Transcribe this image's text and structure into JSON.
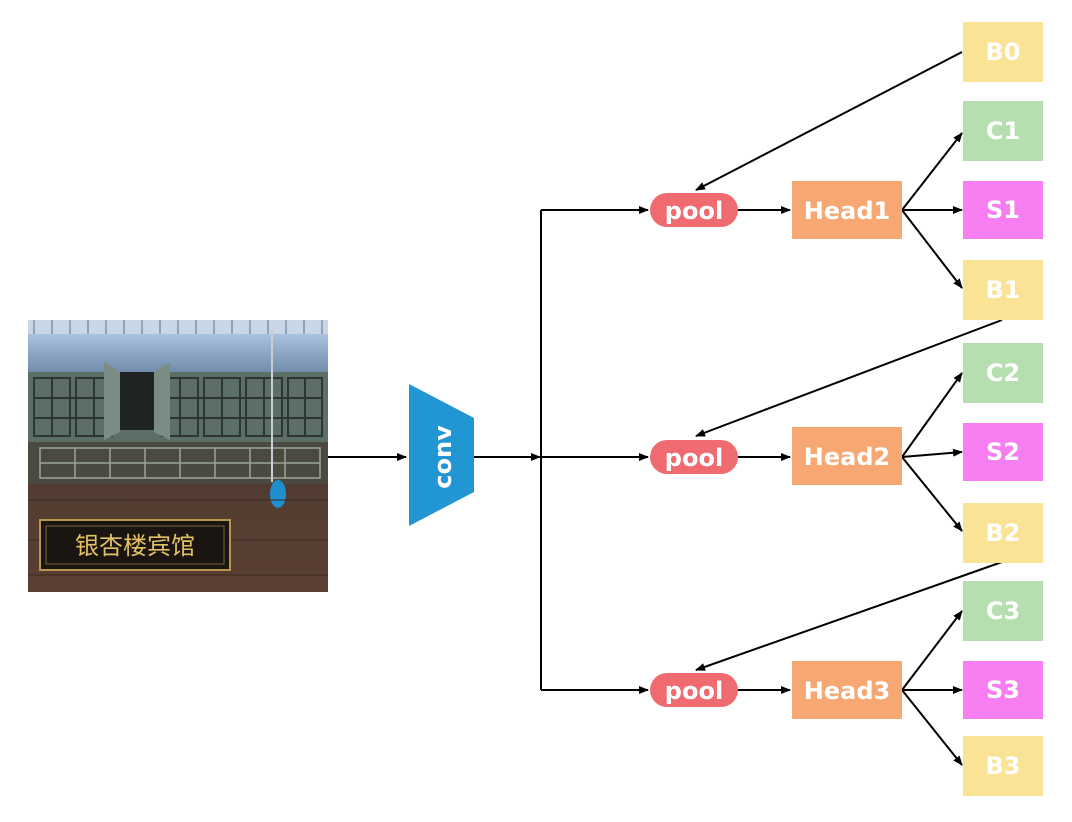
{
  "input_image": {
    "sign_text": "银杏楼宾馆"
  },
  "conv": {
    "label": "conv"
  },
  "stages": [
    {
      "pool": "pool",
      "head": "Head1",
      "outputs": [
        "C1",
        "S1",
        "B1"
      ]
    },
    {
      "pool": "pool",
      "head": "Head2",
      "outputs": [
        "C2",
        "S2",
        "B2"
      ]
    },
    {
      "pool": "pool",
      "head": "Head3",
      "outputs": [
        "C3",
        "S3",
        "B3"
      ]
    }
  ],
  "initial_box": "B0",
  "colors": {
    "conv": "#2196d3",
    "pool": "#f06b6f",
    "head": "#f7a872",
    "C": "#b5dfae",
    "S": "#f77ef0",
    "B": "#fbe396",
    "arrow": "#000000"
  }
}
